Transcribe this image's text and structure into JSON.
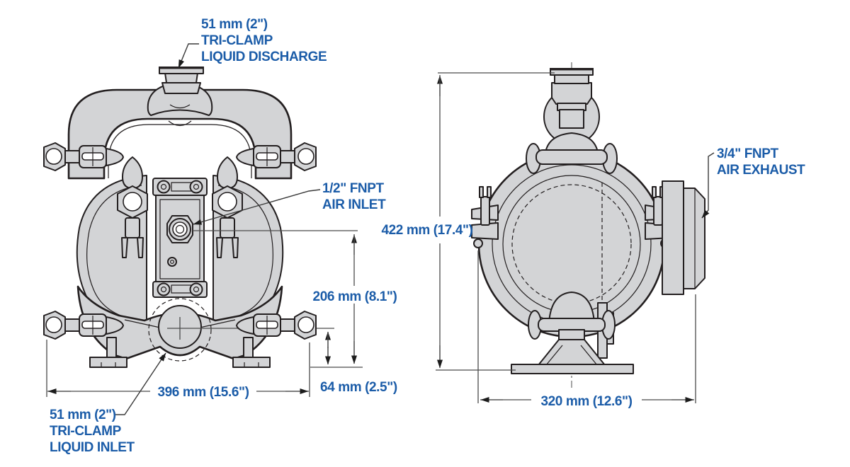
{
  "title": "Air-operated double-diaphragm pump dimensional drawing (front and side views)",
  "colors": {
    "label_blue": "#1b5ca8",
    "outline": "#231f20",
    "body_fill": "#d3d4d6",
    "dim_line": "#4b4b4b",
    "background": "#ffffff"
  },
  "callouts": {
    "liquid_discharge": [
      "51 mm (2\")",
      "TRI-CLAMP",
      "LIQUID DISCHARGE"
    ],
    "air_inlet": [
      "1/2\" FNPT",
      "AIR INLET"
    ],
    "air_exhaust": [
      "3/4\" FNPT",
      "AIR EXHAUST"
    ],
    "liquid_inlet": [
      "51 mm (2\")",
      "TRI-CLAMP",
      "LIQUID INLET"
    ]
  },
  "dimensions": {
    "overall_height": "422 mm (17.4\")",
    "air_inlet_height": "206 mm (8.1\")",
    "inlet_centerline_height": "64 mm (2.5\")",
    "overall_width": "396 mm (15.6\")",
    "overall_depth": "320 mm (12.6\")"
  }
}
